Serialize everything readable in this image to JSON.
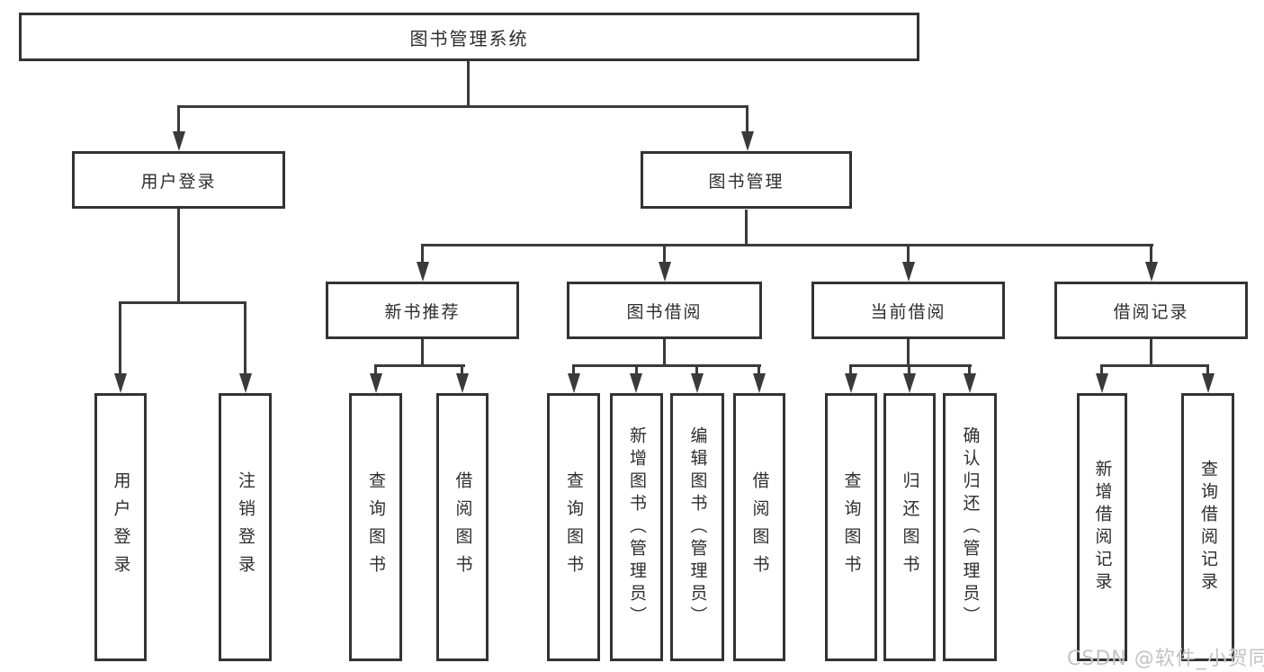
{
  "diagram": {
    "tree": {
      "label": "图书管理系统",
      "children": [
        {
          "label": "用户登录",
          "children": [
            {
              "label": "用户登录"
            },
            {
              "label": "注销登录"
            }
          ]
        },
        {
          "label": "图书管理",
          "children": [
            {
              "label": "新书推荐",
              "children": [
                {
                  "label": "查询图书"
                },
                {
                  "label": "借阅图书"
                }
              ]
            },
            {
              "label": "图书借阅",
              "children": [
                {
                  "label": "查询图书"
                },
                {
                  "label": "新增图书（管理员）"
                },
                {
                  "label": "编辑图书（管理员）"
                },
                {
                  "label": "借阅图书"
                }
              ]
            },
            {
              "label": "当前借阅",
              "children": [
                {
                  "label": "查询图书"
                },
                {
                  "label": "归还图书"
                },
                {
                  "label": "确认归还（管理员）"
                }
              ]
            },
            {
              "label": "借阅记录",
              "children": [
                {
                  "label": "新增借阅记录"
                },
                {
                  "label": "查询借阅记录"
                }
              ]
            }
          ]
        }
      ]
    }
  },
  "watermark": {
    "text": "CSDN @软件_小贺同学"
  },
  "colors": {
    "line": "#3a3a3a",
    "box_border": "#333333",
    "text": "#2e2e2e",
    "watermark": "#c3c3c3",
    "background": "#ffffff"
  }
}
